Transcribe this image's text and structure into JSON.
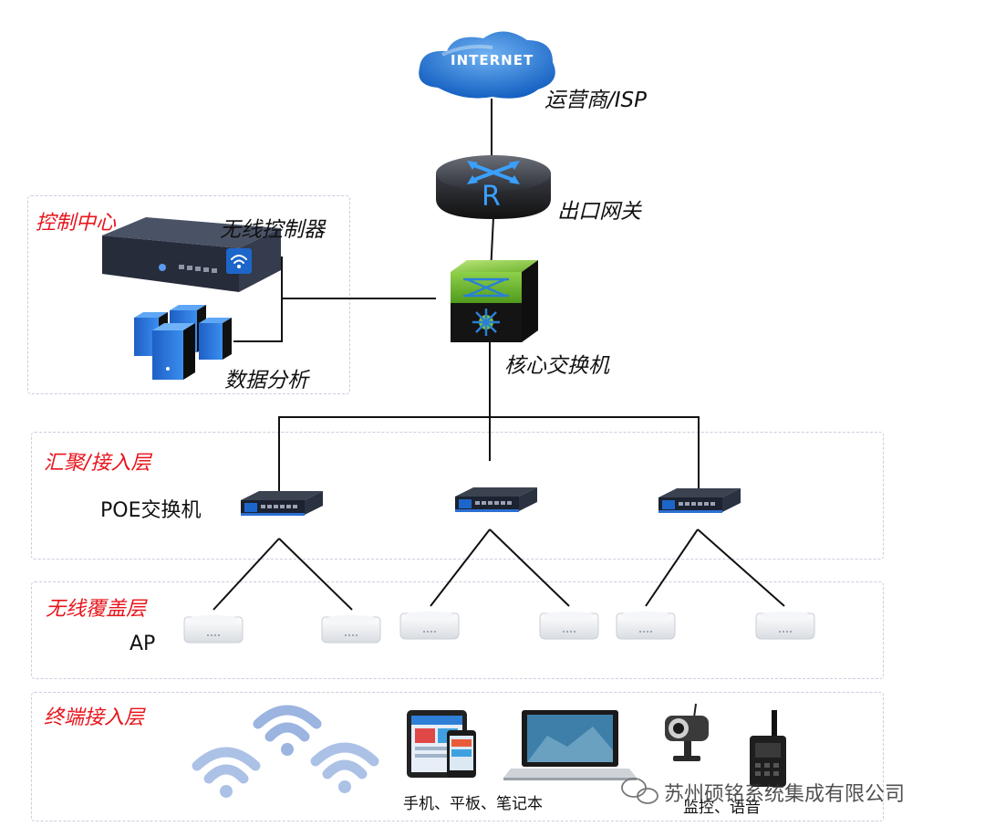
{
  "internet": {
    "cloud_label": "INTERNET",
    "caption": "运营商/ISP"
  },
  "gateway": {
    "router_letter": "R",
    "caption": "出口网关"
  },
  "core": {
    "caption": "核心交换机"
  },
  "control_center": {
    "title": "控制中心",
    "controller_caption": "无线控制器",
    "analytics_caption": "数据分析"
  },
  "aggregation_layer": {
    "title": "汇聚/接入层",
    "switch_caption": "POE交换机"
  },
  "wireless_layer": {
    "title": "无线覆盖层",
    "ap_caption": "AP"
  },
  "terminal_layer": {
    "title": "终端接入层",
    "devices_caption": "手机、平板、笔记本",
    "surveillance_caption": "监控、语音"
  },
  "watermark": "苏州硕铭系统集成有限公司",
  "colors": {
    "layer_title": "#e8141b",
    "zone_border": "#c8cedd",
    "cloud": "#1d6fd0",
    "switch_green": "#79c23a",
    "wifi_blue": "#4a78c8"
  }
}
